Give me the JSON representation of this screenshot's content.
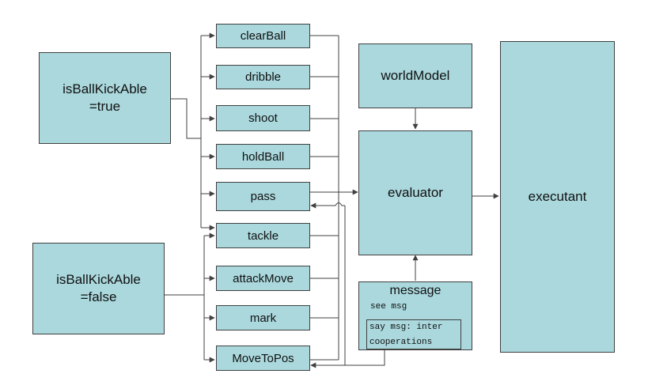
{
  "conditions": {
    "kickable_true": {
      "line1": "isBallKickAble",
      "line2": "=true"
    },
    "kickable_false": {
      "line1": "isBallKickAble",
      "line2": "=false"
    }
  },
  "actions": [
    "clearBall",
    "dribble",
    "shoot",
    "holdBall",
    "pass",
    "tackle",
    "attackMove",
    "mark",
    "MoveToPos"
  ],
  "world_model": "worldModel",
  "evaluator": "evaluator",
  "executant": "executant",
  "message": {
    "title": "message",
    "see": "see msg",
    "say_line1": "say msg: inter",
    "say_line2": "cooperations"
  },
  "colors": {
    "box_fill": "#aad8dd",
    "border": "#404040",
    "line": "#404040"
  }
}
